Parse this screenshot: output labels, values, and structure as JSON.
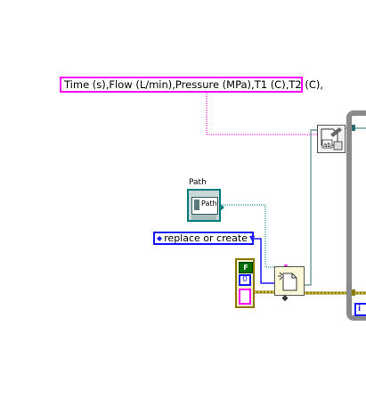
{
  "header_constant": {
    "text": "Time (s),Flow (L/min),Pressure (MPa),T1 (C),T2 (C),"
  },
  "path_control": {
    "label": "Path",
    "icon_text": "Path"
  },
  "operation_enum": {
    "value": "replace or create"
  },
  "error_cluster": {
    "status_text": "F",
    "code_text": "0"
  },
  "loop": {
    "iteration_text": "i"
  },
  "colors": {
    "string_wire": "#ff00ff",
    "path_wire": "#007f7f",
    "enum_wire": "#1a1aff",
    "error_wire": "#8c7a00",
    "refnum_wire": "#2a6f6f"
  }
}
